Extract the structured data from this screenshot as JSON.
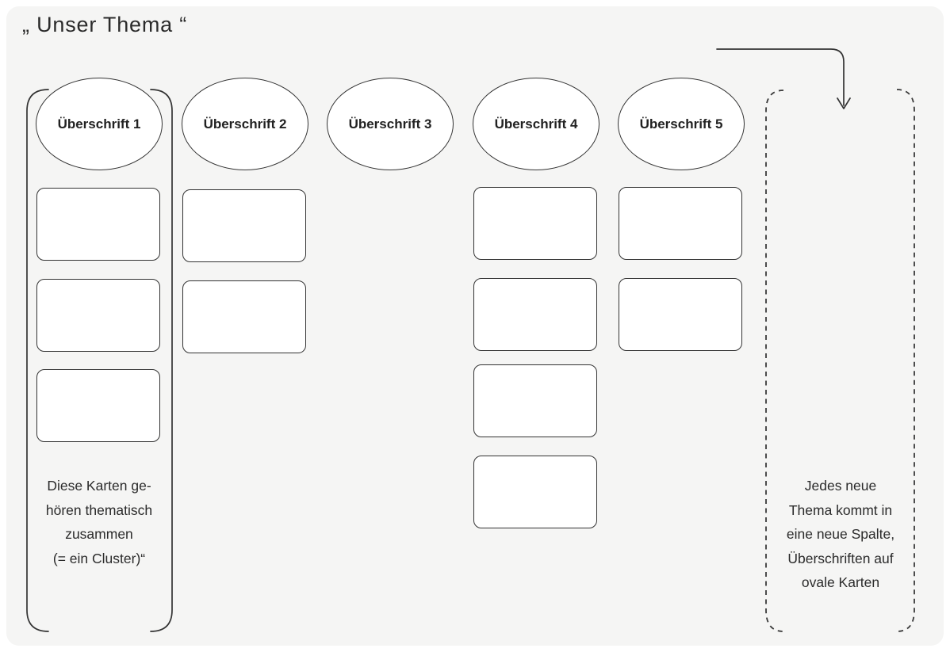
{
  "title": "„ Unser Thema “",
  "columns": [
    {
      "heading": "Überschrift 1",
      "cards": 3
    },
    {
      "heading": "Überschrift 2",
      "cards": 2
    },
    {
      "heading": "Überschrift 3",
      "cards": 0
    },
    {
      "heading": "Überschrift 4",
      "cards": 4
    },
    {
      "heading": "Überschrift 5",
      "cards": 2
    }
  ],
  "cluster_note_lines": [
    "Diese Karten ge-",
    "hören thematisch",
    "zusammen",
    "(= ein Cluster)“"
  ],
  "new_column_note_lines": [
    "Jedes neue",
    "Thema kommt in",
    "eine neue Spalte,",
    "Überschriften auf",
    "ovale Karten"
  ],
  "colors": {
    "page_bg": "#ffffff",
    "canvas_bg": "#f5f5f4",
    "card_bg": "#ffffff",
    "stroke": "#333333",
    "text": "#2b2b2b"
  }
}
